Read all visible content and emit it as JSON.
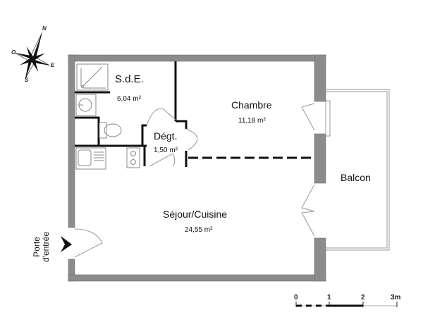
{
  "compass": {
    "north": "N",
    "east": "E",
    "south": "S",
    "west": "O"
  },
  "rooms": [
    {
      "id": "sde",
      "name": "S.d.E.",
      "area": "6,04 m²"
    },
    {
      "id": "chambre",
      "name": "Chambre",
      "area": "11,18 m²"
    },
    {
      "id": "degt",
      "name": "Dégt.",
      "area": "1,50 m²"
    },
    {
      "id": "balcon",
      "name": "Balcon",
      "area": ""
    },
    {
      "id": "sejour",
      "name": "Séjour/Cuisine",
      "area": "24,55 m²"
    }
  ],
  "entry": {
    "line1": "Porte",
    "line2": "d'entrée"
  },
  "scale": {
    "ticks": [
      "0",
      "1",
      "2",
      "3m"
    ]
  },
  "colors": {
    "wall": "#8c8c8c",
    "wall_edge": "#6e6e6e",
    "partition": "#111111",
    "fixture": "#999999"
  }
}
